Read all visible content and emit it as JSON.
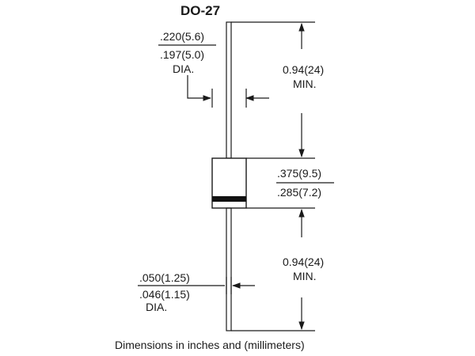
{
  "package": {
    "title": "DO-27"
  },
  "dimensions": {
    "body_diameter": {
      "max": ".220(5.6)",
      "min": ".197(5.0)",
      "suffix": "DIA."
    },
    "lead_length_top": {
      "value": "0.94(24)",
      "suffix": "MIN."
    },
    "body_length": {
      "max": ".375(9.5)",
      "min": ".285(7.2)"
    },
    "lead_length_bottom": {
      "value": "0.94(24)",
      "suffix": "MIN."
    },
    "lead_diameter": {
      "max": ".050(1.25)",
      "min": ".046(1.15)",
      "suffix": "DIA."
    }
  },
  "footer": {
    "note": "Dimensions in inches and (millimeters)"
  },
  "colors": {
    "ink": "#1a1a1a",
    "cathode_band": "#111111",
    "background": "#ffffff"
  }
}
